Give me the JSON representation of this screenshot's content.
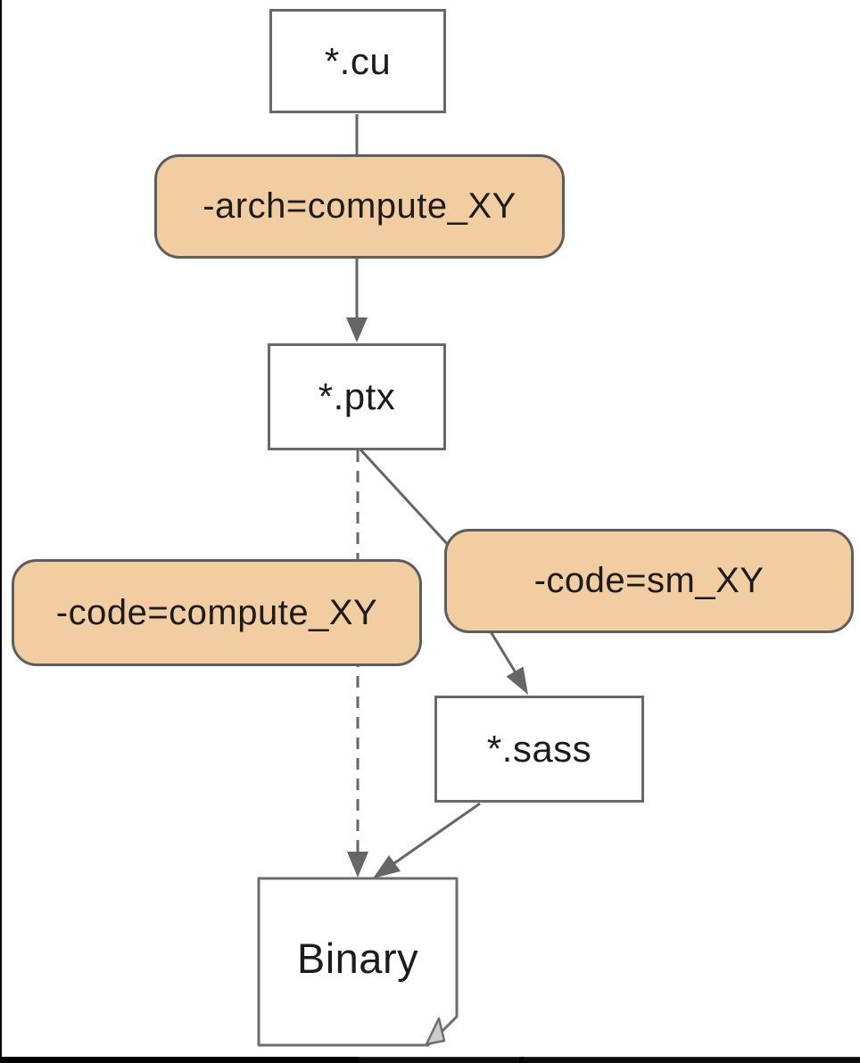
{
  "diagram": {
    "nodes": {
      "cu": {
        "label": "*.cu"
      },
      "arch_flag": {
        "label": "-arch=compute_XY"
      },
      "ptx": {
        "label": "*.ptx"
      },
      "code_compute_flag": {
        "label": "-code=compute_XY"
      },
      "code_sm_flag": {
        "label": "-code=sm_XY"
      },
      "sass": {
        "label": "*.sass"
      },
      "binary": {
        "label": "Binary"
      }
    },
    "edges": [
      {
        "from": "cu",
        "via": "arch_flag",
        "to": "ptx",
        "style": "solid-arrow"
      },
      {
        "from": "ptx",
        "via": "code_compute_flag",
        "to": "binary",
        "style": "dashed-arrow"
      },
      {
        "from": "ptx",
        "via": "code_sm_flag",
        "to": "sass",
        "style": "solid-arrow"
      },
      {
        "from": "sass",
        "to": "binary",
        "style": "solid-arrow"
      }
    ],
    "colors": {
      "option_fill": "#f3cda2",
      "node_border": "#696969",
      "edge": "#666666",
      "text": "#1c1c1c",
      "background": "#ffffff"
    }
  }
}
